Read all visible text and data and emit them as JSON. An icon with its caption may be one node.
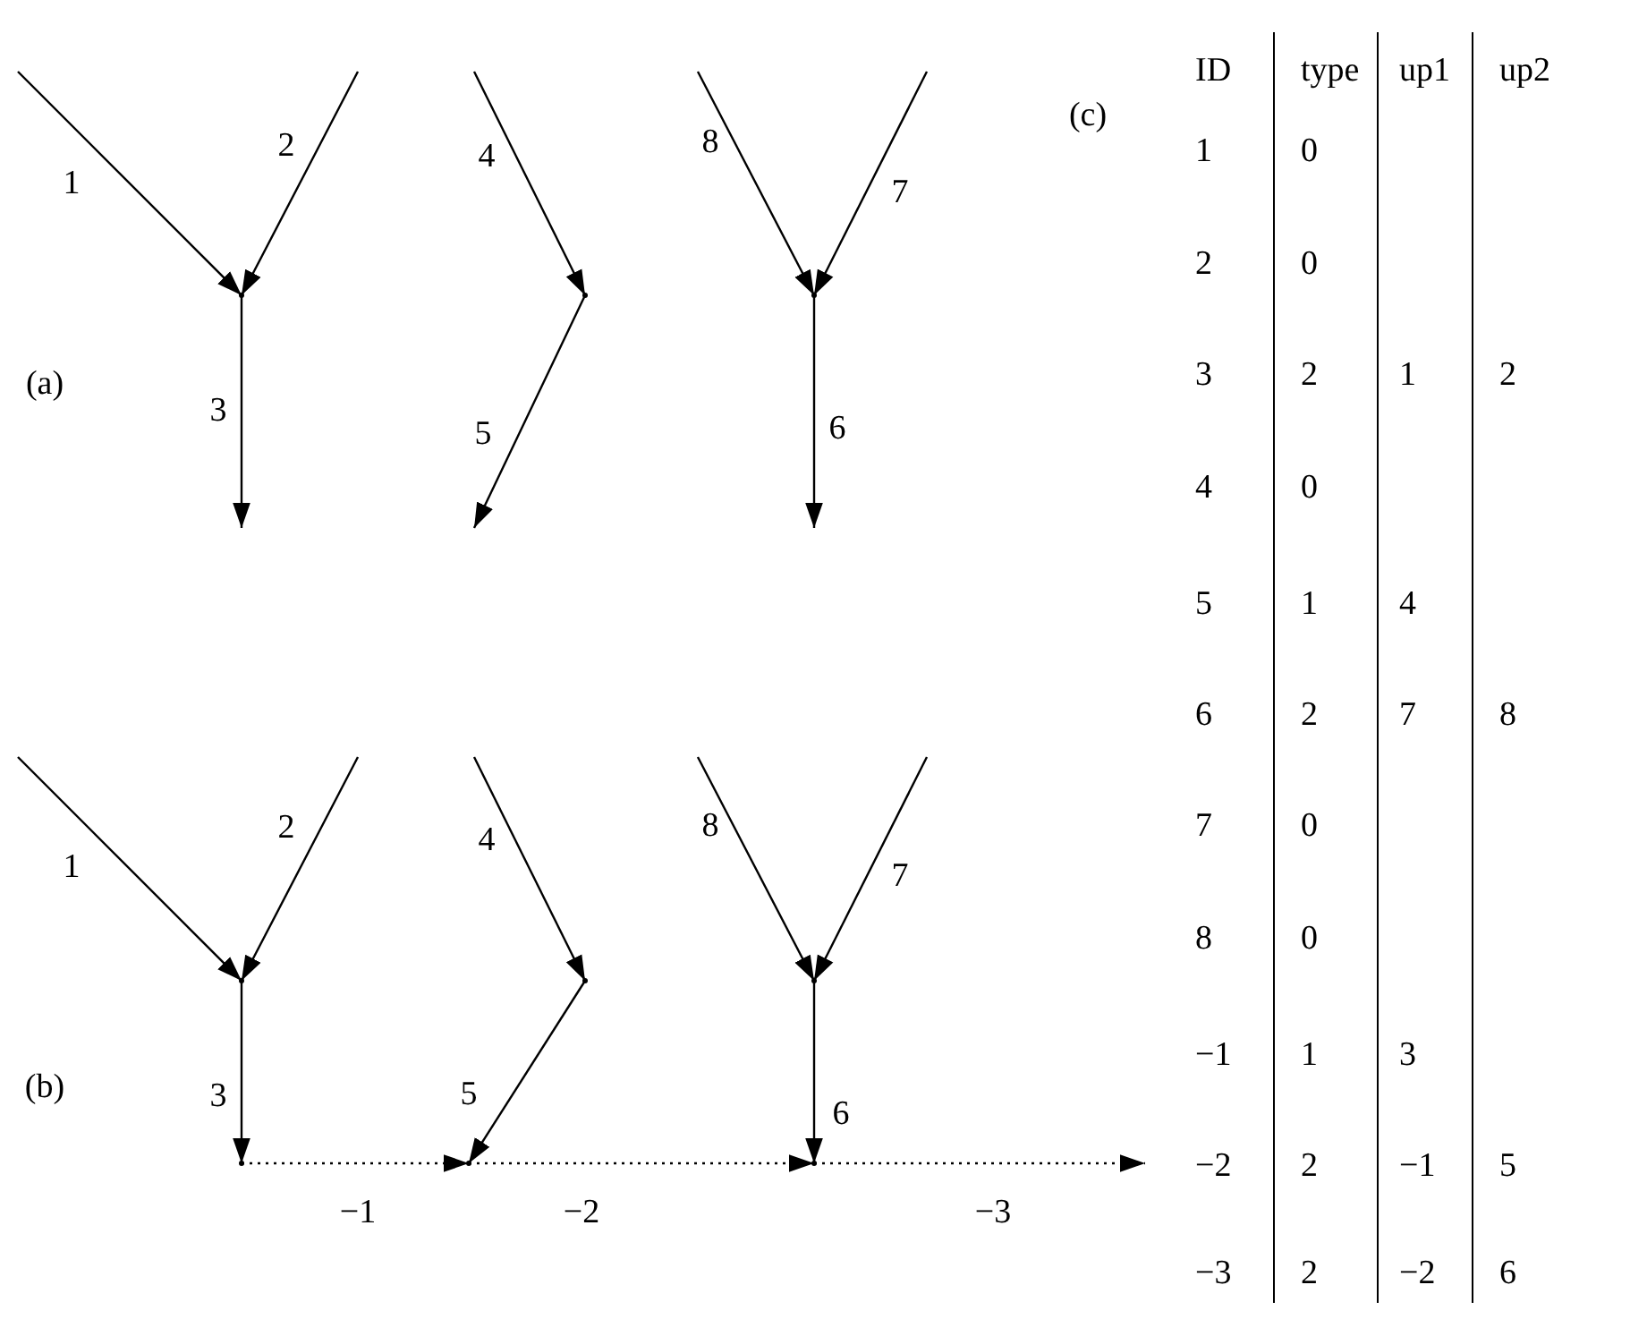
{
  "diagram": {
    "nodes": [
      {
        "text": [],
        "shape": "point"
      },
      {
        "text": [],
        "shape": "point"
      },
      {
        "text": [],
        "shape": "point"
      },
      {
        "text": [],
        "shape": "point"
      },
      {
        "text": [],
        "shape": "point"
      },
      {
        "text": [],
        "shape": "point"
      },
      {
        "text": [],
        "shape": "point"
      },
      {
        "text": [],
        "shape": "point"
      },
      {
        "text": [],
        "shape": "point"
      }
    ],
    "edges": [
      {
        "from": null,
        "to": 0,
        "arrow": "to",
        "label": "1"
      },
      {
        "from": null,
        "to": 0,
        "arrow": "to",
        "label": "2"
      },
      {
        "from": 0,
        "to": null,
        "arrow": "to",
        "label": "3"
      },
      {
        "from": null,
        "to": 1,
        "arrow": "to",
        "label": "4"
      },
      {
        "from": 1,
        "to": null,
        "arrow": "to",
        "label": "5"
      },
      {
        "from": null,
        "to": 2,
        "arrow": "to",
        "label": "8"
      },
      {
        "from": null,
        "to": 2,
        "arrow": "to",
        "label": "7"
      },
      {
        "from": 2,
        "to": null,
        "arrow": "to",
        "label": "6"
      },
      {
        "from": null,
        "to": 3,
        "arrow": "to",
        "label": "1"
      },
      {
        "from": null,
        "to": 3,
        "arrow": "to",
        "label": "2"
      },
      {
        "from": 3,
        "to": 6,
        "arrow": "to",
        "label": "3"
      },
      {
        "from": null,
        "to": 4,
        "arrow": "to",
        "label": "4"
      },
      {
        "from": 4,
        "to": 7,
        "arrow": "to",
        "label": "5"
      },
      {
        "from": null,
        "to": 5,
        "arrow": "to",
        "label": "8"
      },
      {
        "from": null,
        "to": 5,
        "arrow": "to",
        "label": "7"
      },
      {
        "from": 5,
        "to": 8,
        "arrow": "to",
        "label": "6"
      },
      {
        "from": 6,
        "to": 7,
        "arrow": "to",
        "label": "−1",
        "style": "dashed"
      },
      {
        "from": 7,
        "to": 8,
        "arrow": "to",
        "label": "−2",
        "style": "dashed"
      },
      {
        "from": 8,
        "to": null,
        "arrow": "to",
        "label": "−3",
        "style": "dashed"
      }
    ],
    "labels": [
      "(a)",
      "(b)",
      "(c)",
      "ID",
      "type",
      "up1",
      "up2",
      "1",
      "0",
      "2",
      "0",
      "3",
      "2",
      "1",
      "2",
      "4",
      "0",
      "5",
      "1",
      "4",
      "6",
      "2",
      "7",
      "8",
      "7",
      "0",
      "8",
      "0",
      "−1",
      "1",
      "3",
      "−2",
      "2",
      "−1",
      "5",
      "−3",
      "2",
      "−2",
      "6"
    ]
  }
}
